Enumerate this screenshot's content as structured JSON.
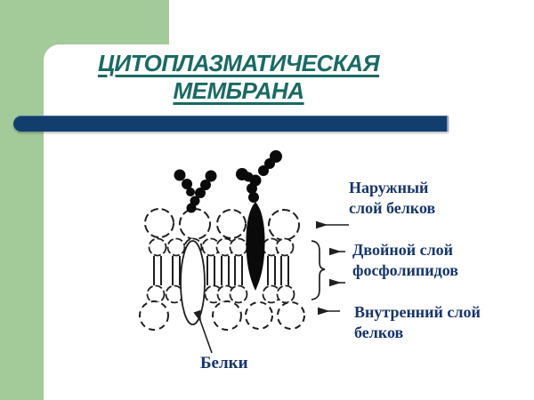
{
  "slide": {
    "title": "ЦИТОПЛАЗМАТИЧЕСКАЯ МЕМБРАНА",
    "colors": {
      "green_accent": "#a3ca99",
      "navy_bar": "#123e6e",
      "teal_title": "#1a6a64",
      "navy_label": "#17356b",
      "diagram_ink": "#1f1f1f"
    }
  },
  "diagram": {
    "labels": {
      "outer_protein_layer": "Наружный слой белков",
      "phospholipid_bilayer": "Двойной слой фосфолипидов",
      "inner_protein_layer": "Внутренний слой белков",
      "proteins": "Белки"
    }
  }
}
